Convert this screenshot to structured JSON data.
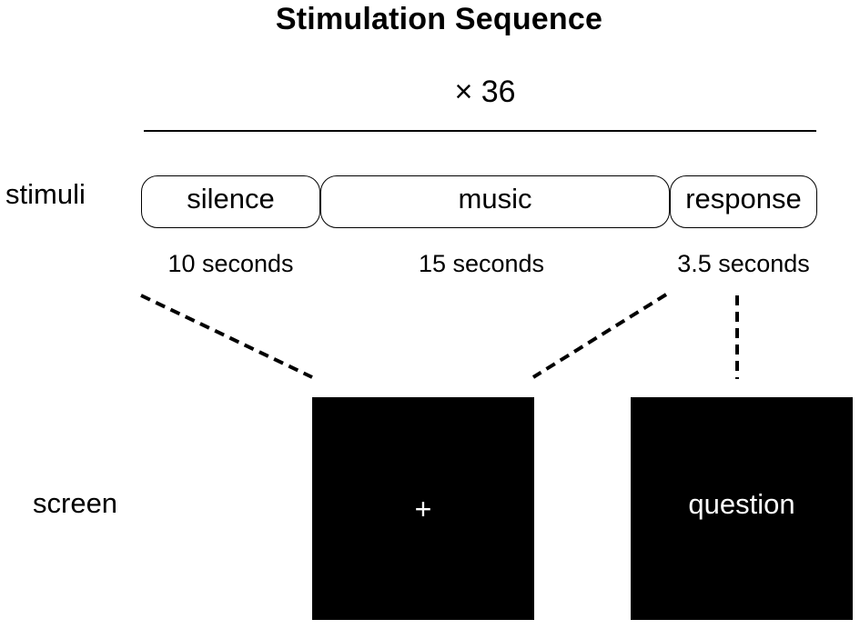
{
  "title": "Stimulation Sequence",
  "repeat": "× 36",
  "row_labels": {
    "stimuli": "stimuli",
    "screen": "screen"
  },
  "segments": [
    {
      "label": "silence",
      "duration": "10 seconds"
    },
    {
      "label": "music",
      "duration": "15 seconds"
    },
    {
      "label": "response",
      "duration": "3.5 seconds"
    }
  ],
  "screens": {
    "fixation": "+",
    "question": "question"
  },
  "colors": {
    "screen_bg": "#000000",
    "screen_text": "#ffffff",
    "line": "#000000"
  }
}
